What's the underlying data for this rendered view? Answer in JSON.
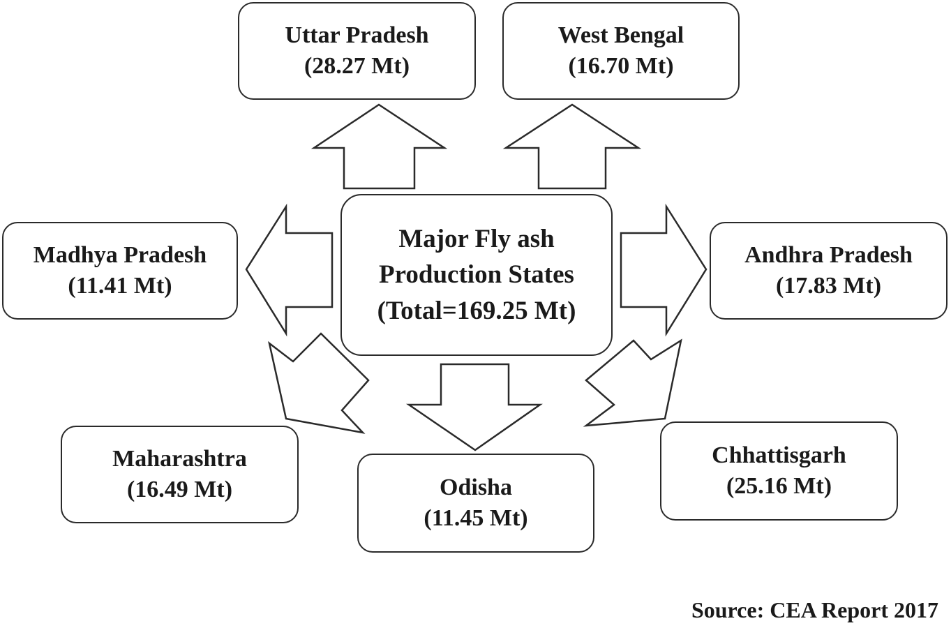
{
  "center": {
    "line1": "Major Fly ash",
    "line2": "Production States",
    "line3": "(Total=169.25 Mt)"
  },
  "states": {
    "uttar_pradesh": {
      "name": "Uttar Pradesh",
      "value": "(28.27 Mt)"
    },
    "west_bengal": {
      "name": "West Bengal",
      "value": "(16.70 Mt)"
    },
    "madhya_pradesh": {
      "name": "Madhya Pradesh",
      "value": "(11.41 Mt)"
    },
    "andhra_pradesh": {
      "name": "Andhra Pradesh",
      "value": "(17.83 Mt)"
    },
    "maharashtra": {
      "name": "Maharashtra",
      "value": "(16.49 Mt)"
    },
    "odisha": {
      "name": "Odisha",
      "value": "(11.45 Mt)"
    },
    "chhattisgarh": {
      "name": "Chhattisgarh",
      "value": "(25.16 Mt)"
    }
  },
  "source": "Source:  CEA Report 2017",
  "colors": {
    "stroke": "#2a2a2a",
    "fill": "#ffffff"
  }
}
